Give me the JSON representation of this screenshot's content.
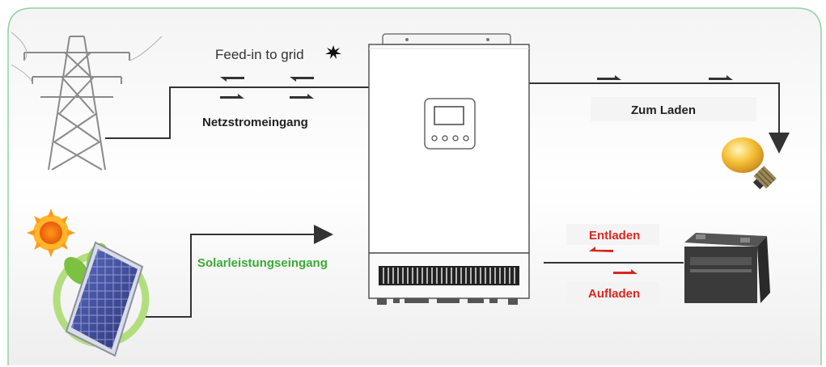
{
  "labels": {
    "feed_in": "Feed-in to grid",
    "grid_input": "Netzstromeingang",
    "to_load": "Zum Laden",
    "solar_input": "Solarleistungseingang",
    "discharge": "Entladen",
    "charge": "Aufladen"
  },
  "colors": {
    "frame_border": "#8fd3a0",
    "flow_line": "#333333",
    "solar_label": "#3aaa35",
    "battery_label": "#d9271e"
  },
  "icons": {
    "grid": "power-pylon-icon",
    "load": "light-bulb-icon",
    "solar": "solar-panel-icon",
    "sun": "sun-icon",
    "battery": "battery-icon",
    "inverter": "inverter-icon",
    "feed_in_marker": "star-burst-icon"
  }
}
